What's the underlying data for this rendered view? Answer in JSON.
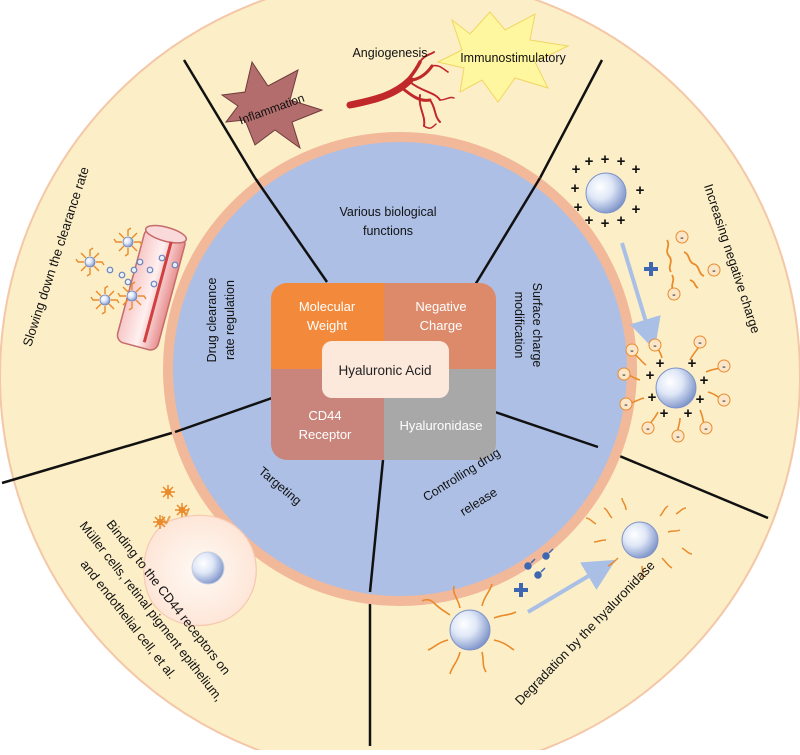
{
  "center": {
    "title": "Hyaluronic Acid",
    "quadrants": {
      "top_left": "Molecular Weight",
      "top_right": "Negative Charge",
      "bottom_left": "CD44 Receptor",
      "bottom_right": "Hyaluronidase"
    }
  },
  "inner_ring": {
    "top": "Various biological functions",
    "left": "Drug clearance rate regulation",
    "right": "Surface charge modification",
    "bottom_left": "Targeting",
    "bottom_right": "Controlling drug release"
  },
  "outer_ring": {
    "top_labels": [
      "Inflammation",
      "Angiogenesis",
      "Immunostimulatory"
    ],
    "left": "Slowing down the clearance rate",
    "right": "Increasing negative charge",
    "bottom_left": "Binding to the CD44 receptors on Müller cells, retinal pigment epithelium, and endothelial cell, et al.",
    "bottom_right": "Degradation by the hyaluronidase"
  },
  "symbols": {
    "plus": "+",
    "minus": "-"
  },
  "colors": {
    "outer_ring": "#fcefc8",
    "inner_disk": "#adbfe5",
    "ring_border": "#f2b89a",
    "molecular_weight": "#f38a3b",
    "negative_charge": "#dd8a6b",
    "cd44": "#c9857b",
    "hyaluronidase": "#a8a8a8",
    "center_box": "#fde8dc",
    "chain": "#e98b2b"
  }
}
